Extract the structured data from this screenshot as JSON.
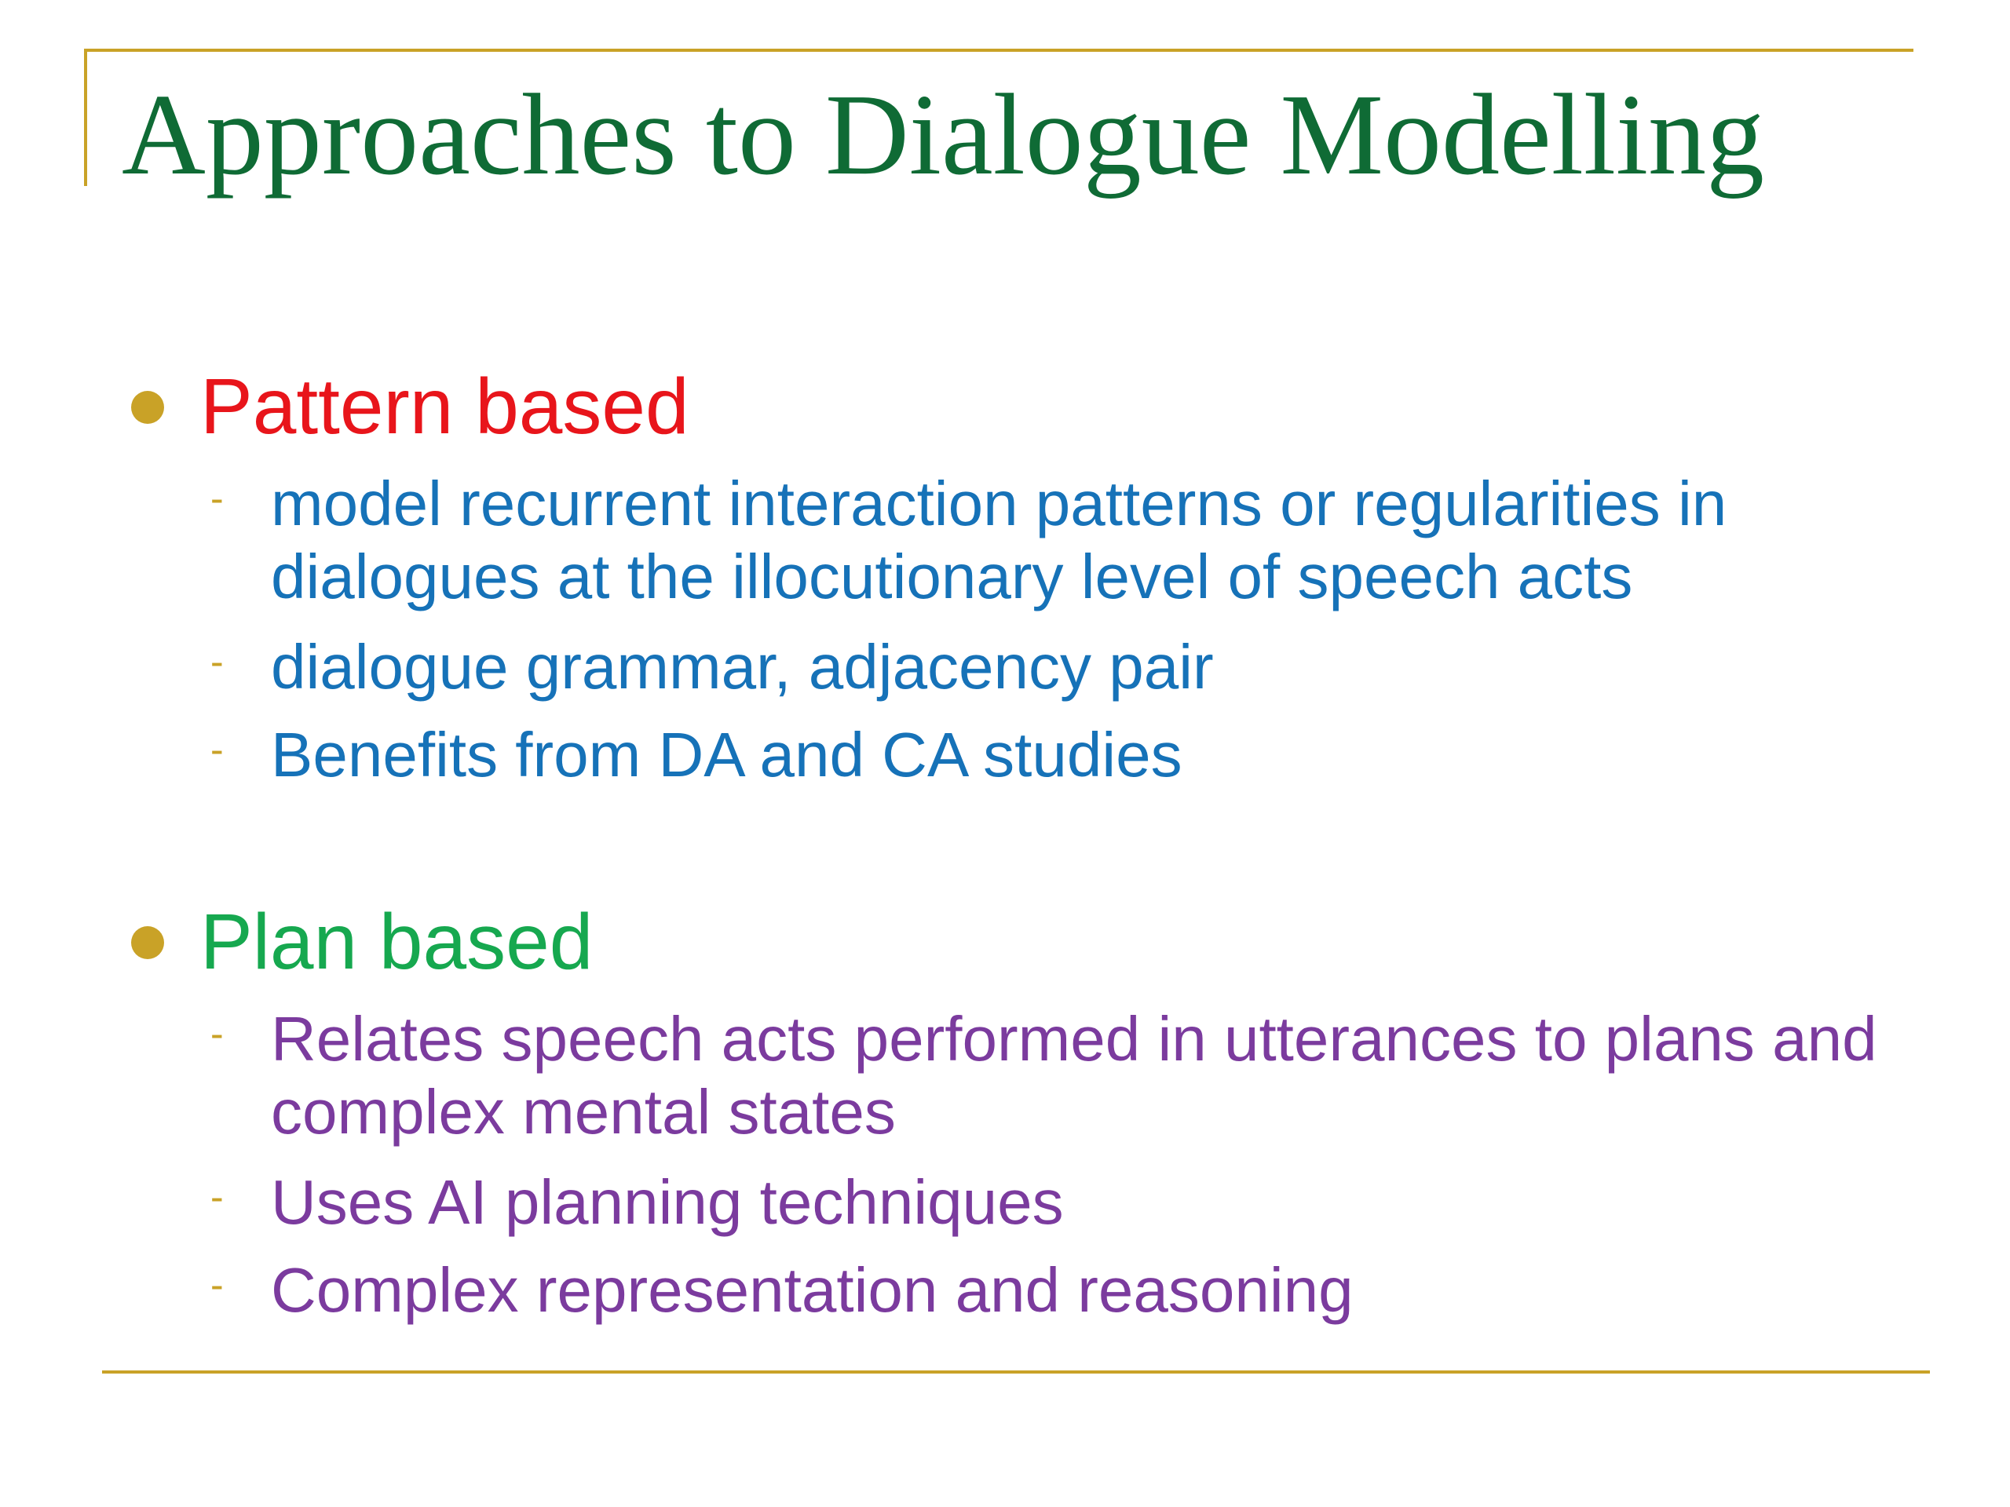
{
  "slide": {
    "title": "Approaches to Dialogue Modelling",
    "colors": {
      "title": "#0f6b35",
      "accent_rule": "#c9a227",
      "bullet_dot": "#c9a227",
      "dash": "#c9a227"
    },
    "bullets": [
      {
        "label": "Pattern based",
        "color": "#e8151b",
        "sub_color": "#1672b8",
        "subitems": [
          "model recurrent interaction patterns or regularities in dialogues at the illocutionary level of speech acts",
          "dialogue grammar, adjacency pair",
          "Benefits from DA and CA studies"
        ]
      },
      {
        "label": "Plan based",
        "color": "#16a84f",
        "sub_color": "#7b3b9e",
        "subitems": [
          "Relates speech acts performed in utterances to plans and complex mental states",
          "Uses AI planning techniques",
          "Complex representation and reasoning"
        ]
      }
    ],
    "dash_glyph": "-"
  }
}
